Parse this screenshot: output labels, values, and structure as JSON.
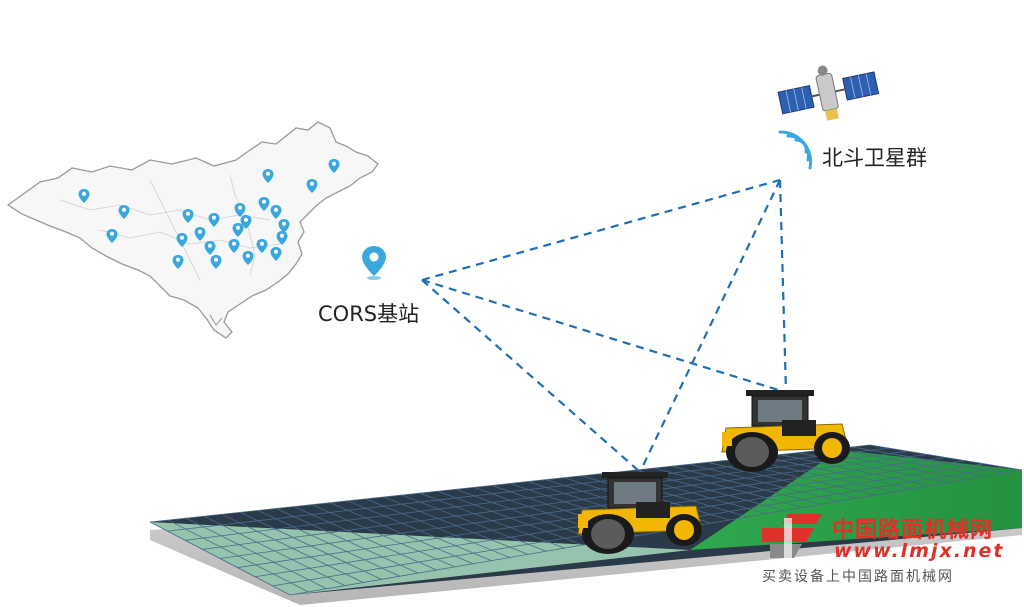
{
  "labels": {
    "cors": "CORS基站",
    "satellite": "北斗卫星群"
  },
  "watermark": {
    "name": "中国路面机械网",
    "url": "www.lmjx.net",
    "sub": "买卖设备上中国路面机械网"
  },
  "colors": {
    "dash_line": "#1e6eb5",
    "pin": "#3aa8dc",
    "map_outline": "#9a9a9a",
    "grid_cell": "#1b2a3a",
    "grid_line": "#4a6a8a",
    "grass": "#2fa84f",
    "roller_body": "#f2b705",
    "watermark": "#e0302a"
  }
}
